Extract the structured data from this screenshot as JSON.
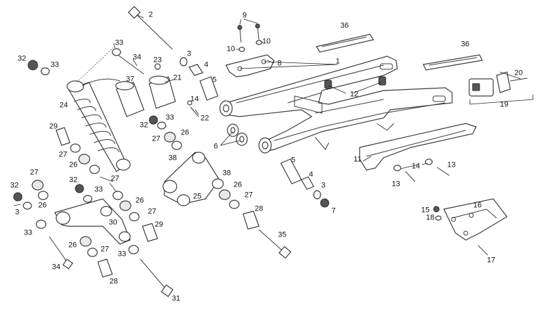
{
  "callouts": [
    {
      "id": "c2",
      "text": "2"
    },
    {
      "id": "c9",
      "text": "9"
    },
    {
      "id": "c36a",
      "text": "36"
    },
    {
      "id": "c10a",
      "text": "10"
    },
    {
      "id": "c10b",
      "text": "10"
    },
    {
      "id": "c8",
      "text": "8"
    },
    {
      "id": "c36b",
      "text": "36"
    },
    {
      "id": "c1",
      "text": "1"
    },
    {
      "id": "c33a",
      "text": "33"
    },
    {
      "id": "c34a",
      "text": "34"
    },
    {
      "id": "c23",
      "text": "23"
    },
    {
      "id": "c3a",
      "text": "3"
    },
    {
      "id": "c4a",
      "text": "4"
    },
    {
      "id": "c32a",
      "text": "32"
    },
    {
      "id": "c33b",
      "text": "33"
    },
    {
      "id": "c37",
      "text": "37"
    },
    {
      "id": "c21",
      "text": "21"
    },
    {
      "id": "c5a",
      "text": "5"
    },
    {
      "id": "c12",
      "text": "12"
    },
    {
      "id": "c20",
      "text": "20"
    },
    {
      "id": "c24",
      "text": "24"
    },
    {
      "id": "c14a",
      "text": "14"
    },
    {
      "id": "c22",
      "text": "22"
    },
    {
      "id": "c19",
      "text": "19"
    },
    {
      "id": "c32b",
      "text": "32"
    },
    {
      "id": "c33c",
      "text": "33"
    },
    {
      "id": "c27a",
      "text": "27"
    },
    {
      "id": "c26a",
      "text": "26"
    },
    {
      "id": "c29a",
      "text": "29"
    },
    {
      "id": "c6",
      "text": "6"
    },
    {
      "id": "c27b",
      "text": "27"
    },
    {
      "id": "c26b",
      "text": "26"
    },
    {
      "id": "c38a",
      "text": "38"
    },
    {
      "id": "c11",
      "text": "11"
    },
    {
      "id": "c5b",
      "text": "5"
    },
    {
      "id": "c14b",
      "text": "14"
    },
    {
      "id": "c13a",
      "text": "13"
    },
    {
      "id": "c27c",
      "text": "27"
    },
    {
      "id": "c4b",
      "text": "4"
    },
    {
      "id": "c13b",
      "text": "13"
    },
    {
      "id": "c32c",
      "text": "32"
    },
    {
      "id": "c27d",
      "text": "27"
    },
    {
      "id": "c38b",
      "text": "38"
    },
    {
      "id": "c3b",
      "text": "3"
    },
    {
      "id": "c32d",
      "text": "32"
    },
    {
      "id": "c33d",
      "text": "33"
    },
    {
      "id": "c26c",
      "text": "26"
    },
    {
      "id": "c7",
      "text": "7"
    },
    {
      "id": "c3c",
      "text": "3"
    },
    {
      "id": "c26d",
      "text": "26"
    },
    {
      "id": "c25",
      "text": "25"
    },
    {
      "id": "c27e",
      "text": "27"
    },
    {
      "id": "c26e",
      "text": "26"
    },
    {
      "id": "c16",
      "text": "16"
    },
    {
      "id": "c15",
      "text": "15"
    },
    {
      "id": "c28a",
      "text": "28"
    },
    {
      "id": "c18",
      "text": "18"
    },
    {
      "id": "c27f",
      "text": "27"
    },
    {
      "id": "c30",
      "text": "30"
    },
    {
      "id": "c29b",
      "text": "29"
    },
    {
      "id": "c33e",
      "text": "33"
    },
    {
      "id": "c35",
      "text": "35"
    },
    {
      "id": "c26f",
      "text": "26"
    },
    {
      "id": "c27g",
      "text": "27"
    },
    {
      "id": "c33f",
      "text": "33"
    },
    {
      "id": "c34b",
      "text": "34"
    },
    {
      "id": "c28b",
      "text": "28"
    },
    {
      "id": "c17",
      "text": "17"
    },
    {
      "id": "c31",
      "text": "31"
    }
  ]
}
